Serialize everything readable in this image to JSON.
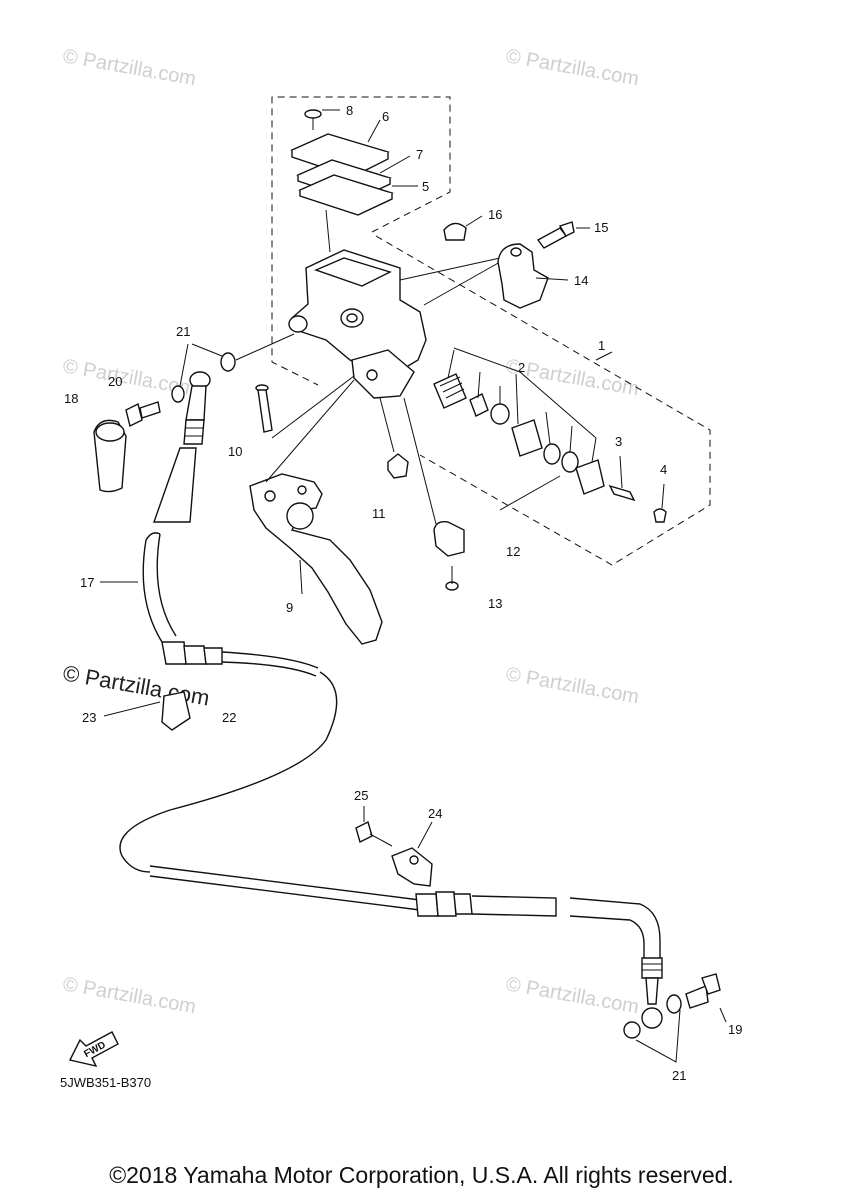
{
  "callouts": {
    "c1": "1",
    "c2": "2",
    "c3": "3",
    "c4": "4",
    "c5": "5",
    "c6": "6",
    "c7": "7",
    "c8": "8",
    "c9": "9",
    "c10": "10",
    "c11": "11",
    "c12": "12",
    "c13": "13",
    "c14": "14",
    "c15": "15",
    "c16": "16",
    "c17": "17",
    "c18": "18",
    "c19": "19",
    "c20": "20",
    "c21a": "21",
    "c21b": "21",
    "c22": "22",
    "c23": "23",
    "c24": "24",
    "c25": "25"
  },
  "watermark": {
    "faint": "© Partzilla.com",
    "strong": "© Partzilla.com"
  },
  "fwd_label": "FWD",
  "diagram_code": "5JWB351-B370",
  "copyright": "©2018 Yamaha Motor Corporation, U.S.A. All rights reserved."
}
